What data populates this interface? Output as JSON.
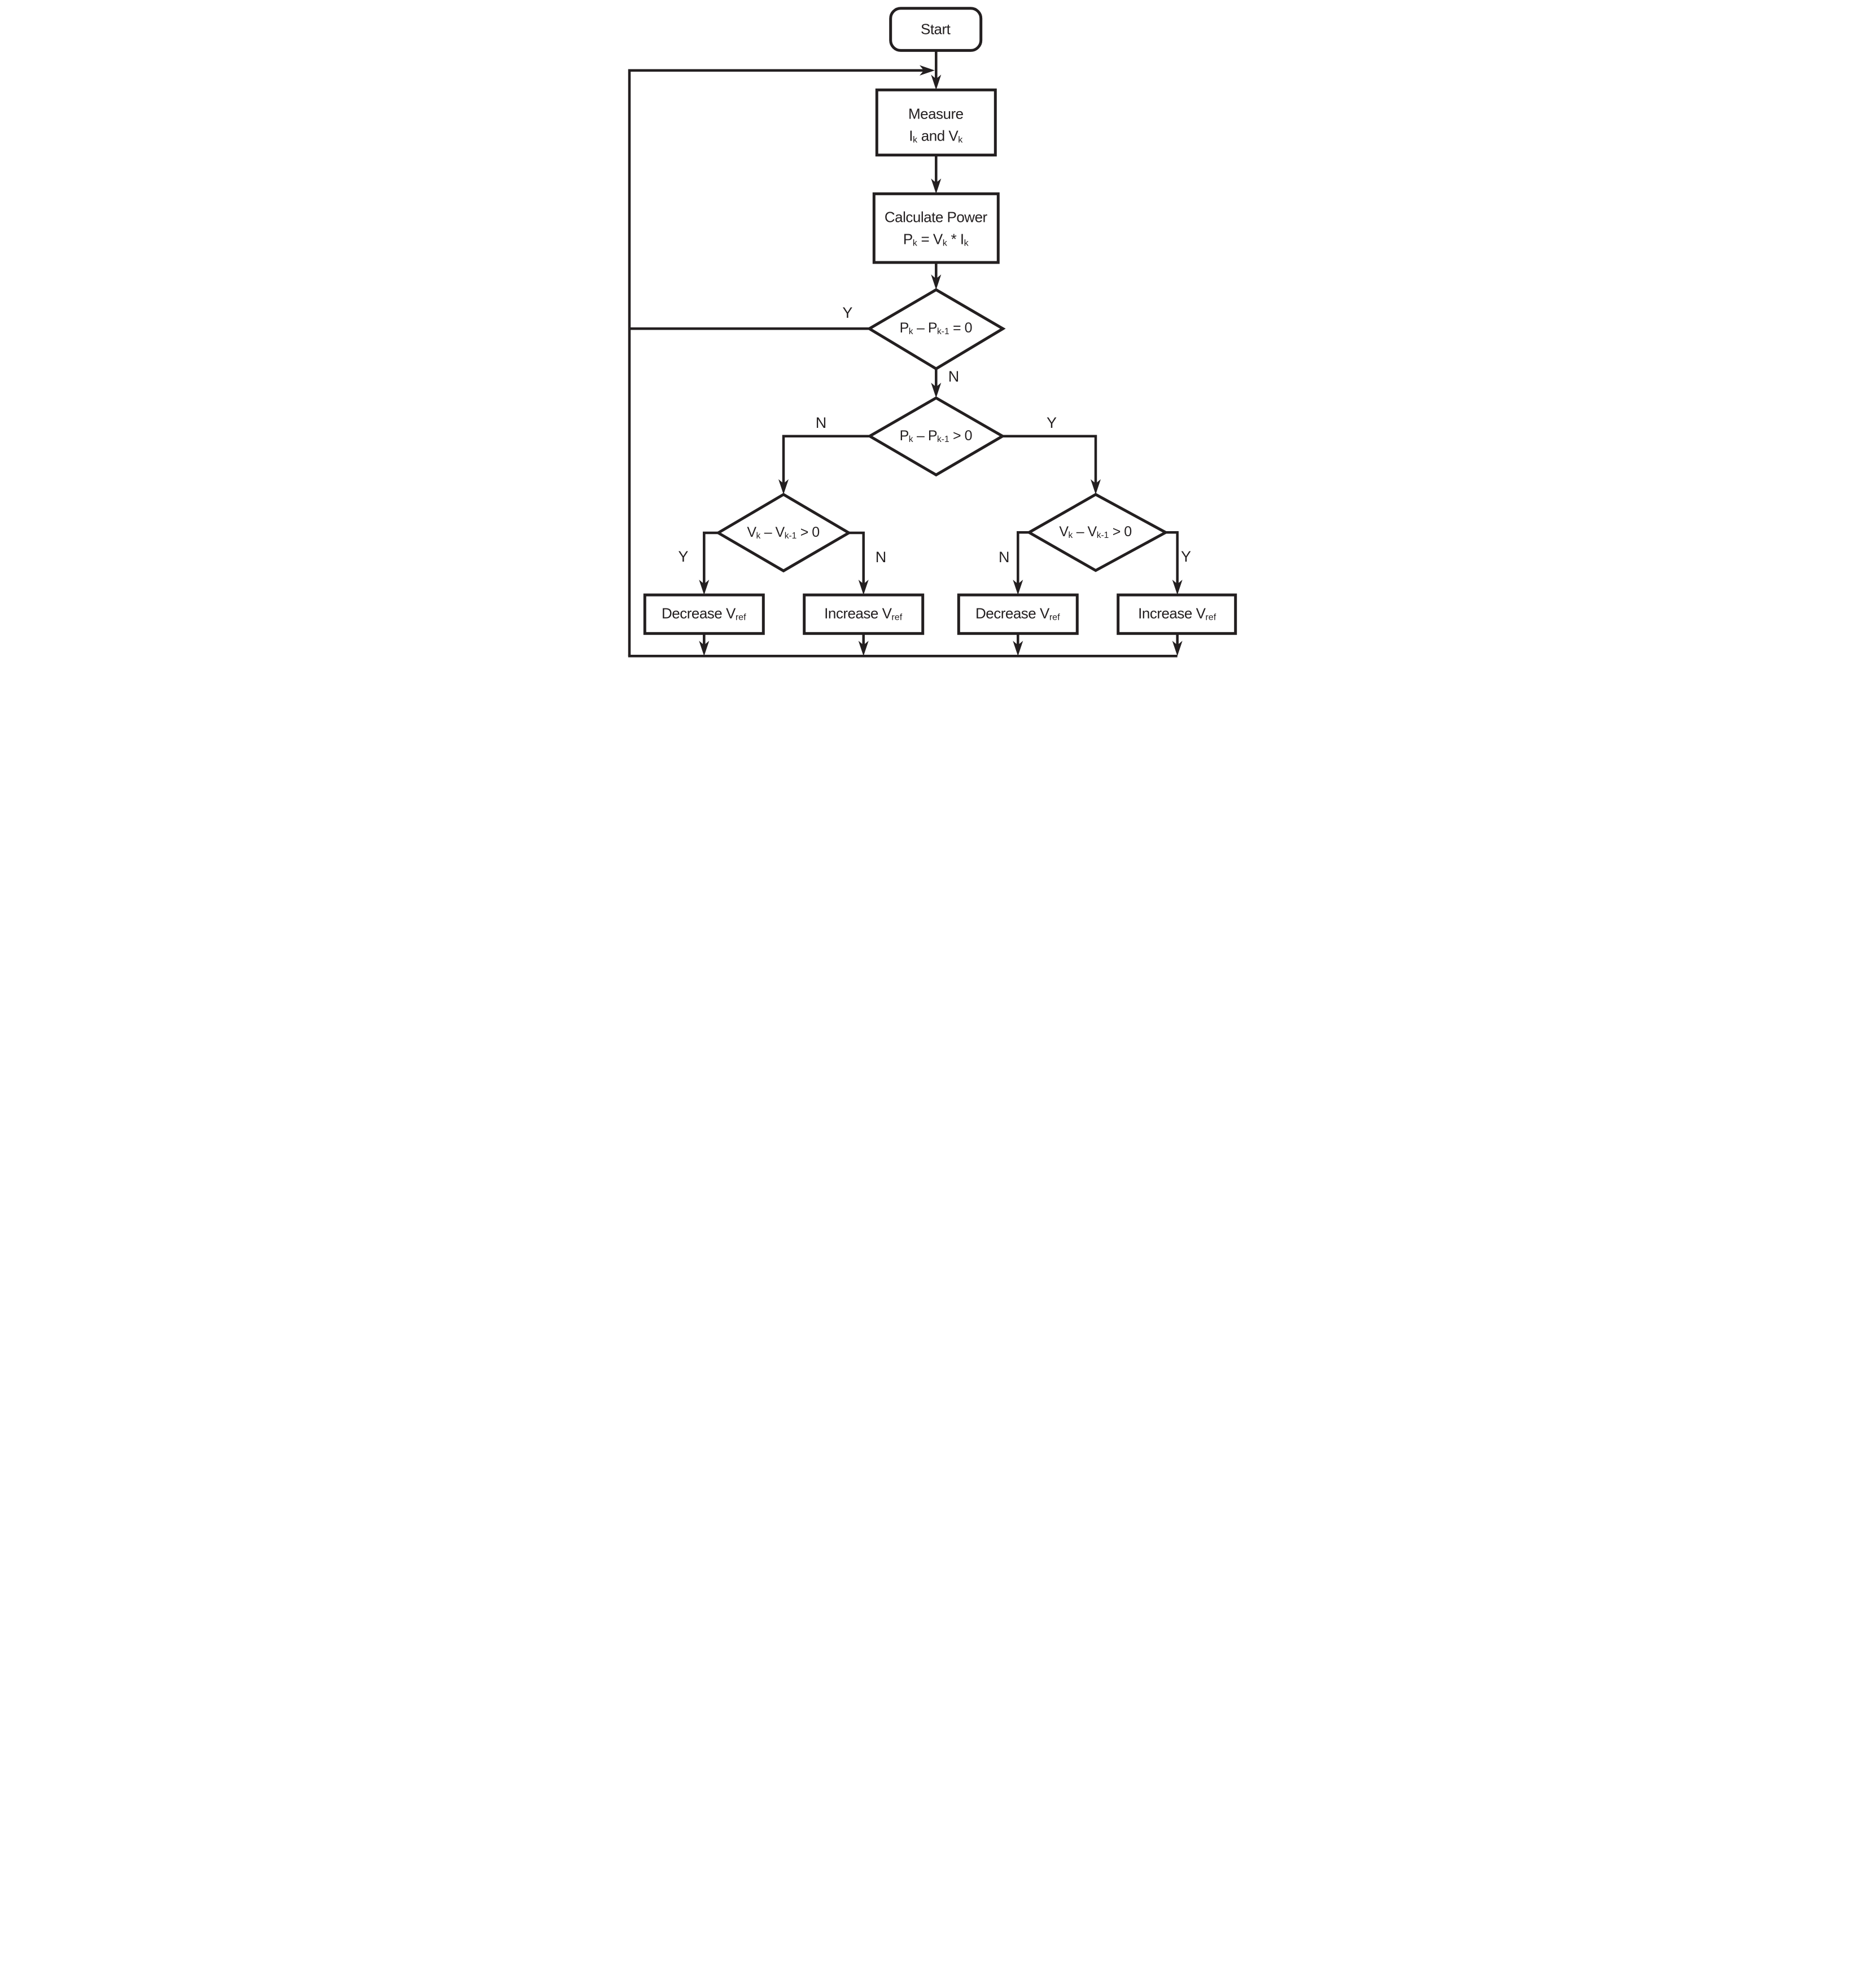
{
  "colors": {
    "ink": "#231f20",
    "background": "#ffffff"
  },
  "nodes": {
    "start": {
      "label": "Start"
    },
    "measure": {
      "line1": "Measure",
      "line2_parts": [
        "I",
        "k",
        " and V",
        "k"
      ]
    },
    "calculate": {
      "line1": "Calculate Power",
      "line2_parts": [
        "P",
        "k",
        " = V",
        "k",
        " * I",
        "k"
      ]
    },
    "decision_power_zero": {
      "parts": [
        "P",
        "k",
        " – P",
        "k-1",
        " = 0"
      ]
    },
    "decision_power_positive": {
      "parts": [
        "P",
        "k",
        " – P",
        "k-1",
        " > 0"
      ]
    },
    "decision_voltage_left": {
      "parts": [
        "V",
        "k",
        " – V",
        "k-1",
        " > 0"
      ]
    },
    "decision_voltage_right": {
      "parts": [
        "V",
        "k",
        " – V",
        "k-1",
        " > 0"
      ]
    },
    "action_decrease_left": {
      "parts": [
        "Decrease V",
        "ref"
      ]
    },
    "action_increase_left": {
      "parts": [
        "Increase V",
        "ref"
      ]
    },
    "action_decrease_right": {
      "parts": [
        "Decrease V",
        "ref"
      ]
    },
    "action_increase_right": {
      "parts": [
        "Increase V",
        "ref"
      ]
    }
  },
  "branch_labels": {
    "d1_yes": "Y",
    "d1_no": "N",
    "d2_no": "N",
    "d2_yes": "Y",
    "d3_yes": "Y",
    "d3_no": "N",
    "d4_no": "N",
    "d4_yes": "Y"
  }
}
